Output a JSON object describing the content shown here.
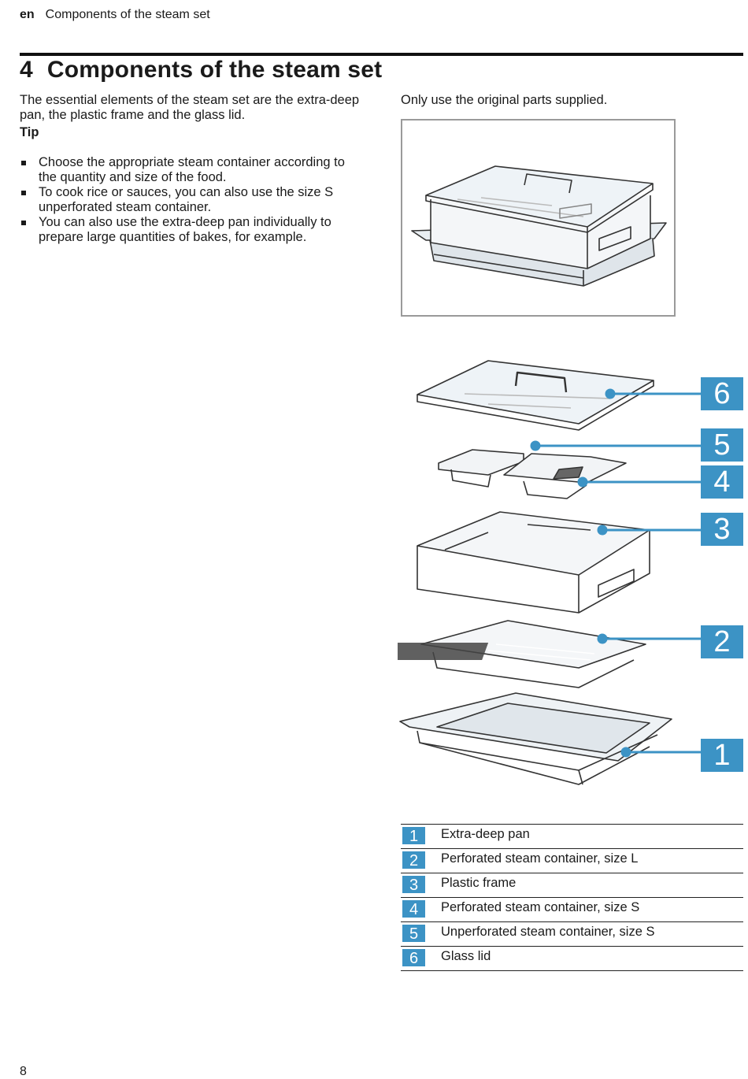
{
  "header": {
    "lang": "en",
    "section": "Components of the steam set"
  },
  "title": {
    "number": "4",
    "text": "Components of the steam set"
  },
  "intro": "The essential elements of the steam set are the extra-deep pan, the plastic frame and the glass lid.",
  "tip": {
    "label": "Tip",
    "items": [
      "Choose the appropriate steam container according to the quantity and size of the food.",
      "To cook rice or sauces, you can also use the size S unperforated steam container.",
      "You can also use the extra-deep pan individually to prepare large quantities of bakes, for example."
    ]
  },
  "right_note": "Only use the original parts supplied.",
  "callouts": [
    "6",
    "5",
    "4",
    "3",
    "2",
    "1"
  ],
  "legend": [
    {
      "num": "1",
      "label": "Extra-deep pan"
    },
    {
      "num": "2",
      "label": "Perforated steam container, size L"
    },
    {
      "num": "3",
      "label": "Plastic frame"
    },
    {
      "num": "4",
      "label": "Perforated steam container, size S"
    },
    {
      "num": "5",
      "label": "Unperforated steam container, size S"
    },
    {
      "num": "6",
      "label": "Glass lid"
    }
  ],
  "page_number": "8",
  "colors": {
    "accent": "#3c93c5",
    "text": "#1a1a1a"
  }
}
